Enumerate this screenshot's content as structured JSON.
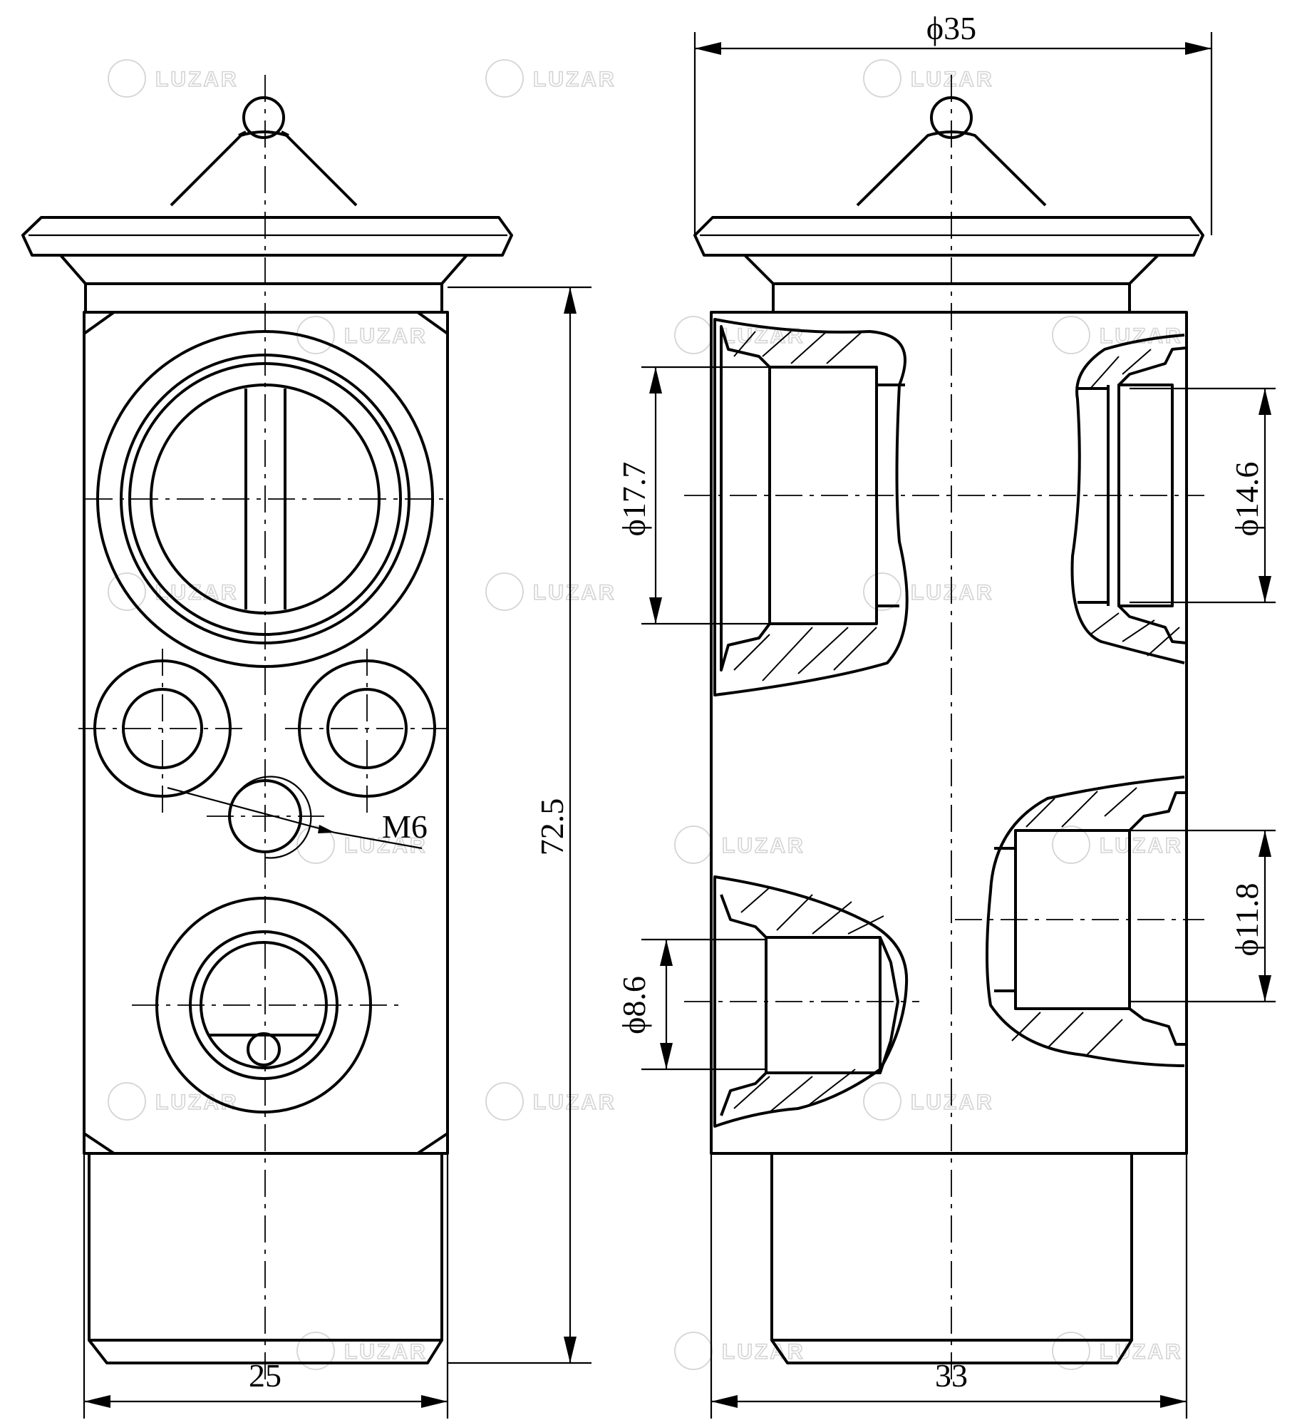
{
  "watermark": {
    "brand": "LUZAR"
  },
  "front_view": {
    "width_dim": "25",
    "height_dim": "72.5",
    "thread_label": "M6"
  },
  "side_view": {
    "top_diameter": "ϕ35",
    "width_dim": "33",
    "port_upper_left": "ϕ17.7",
    "port_upper_right": "ϕ14.6",
    "port_lower_right": "ϕ11.8",
    "port_lower_left": "ϕ8.6"
  }
}
